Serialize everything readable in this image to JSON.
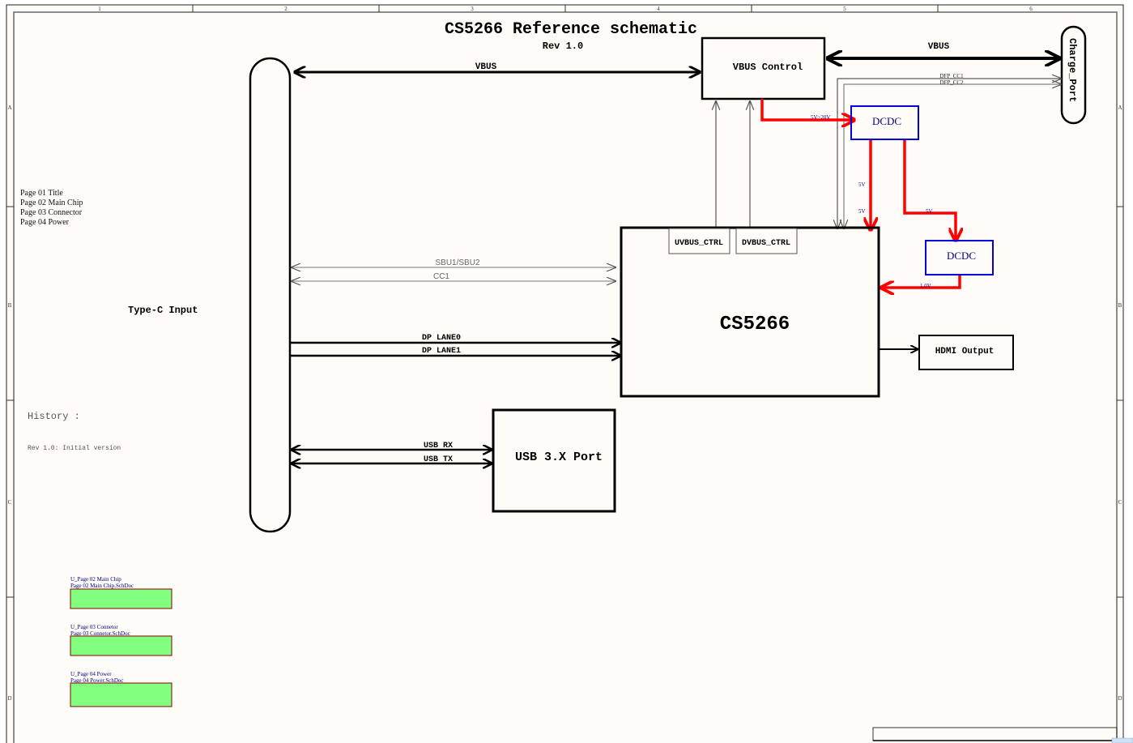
{
  "title": "CS5266 Reference schematic",
  "revision": "Rev 1.0",
  "border": {
    "columns": [
      "1",
      "2",
      "3",
      "4",
      "5",
      "6"
    ],
    "rows": [
      "A",
      "B",
      "C",
      "D"
    ]
  },
  "page_index": [
    "Page 01 Title",
    "Page 02 Main Chip",
    "Page 03 Connector",
    "Page 04 Power"
  ],
  "type_c_input": "Type-C Input",
  "charge_port": "Charge_Port",
  "vbus_control": "VBUS Control",
  "main_chip": "CS5266",
  "hdmi_output": "HDMI Output",
  "usb_port": "USB 3.X Port",
  "dcdc1": "DCDC",
  "dcdc2": "DCDC",
  "ports": {
    "uvbus": "UVBUS_CTRL",
    "dvbus": "DVBUS_CTRL"
  },
  "nets": {
    "vbus_left": "VBUS",
    "vbus_right": "VBUS",
    "dfp_cc1": "DFP_CC1",
    "dfp_cc2": "DFP_CC2",
    "sbu": "SBU1/SBU2",
    "cc1": "CC1",
    "dp_lane0": "DP LANE0",
    "dp_lane1": "DP LANE1",
    "usb_rx": "USB RX",
    "usb_tx": "USB TX"
  },
  "power_labels": {
    "in": "5V~20V",
    "dcdc1_a": "5V",
    "dcdc1_b": "5V",
    "dcdc1_c": "5V",
    "core": "1.0V"
  },
  "history": {
    "heading": "History :",
    "entries": [
      "Rev 1.0: Initial version"
    ]
  },
  "sheet_symbols": [
    {
      "designator": "U_Page 02 Main Chip",
      "file": "Page 02 Main Chip.SchDoc"
    },
    {
      "designator": "U_Page 03 Connetor",
      "file": "Page 03 Connetor.SchDoc"
    },
    {
      "designator": "U_Page 04 Power",
      "file": "Page 04 Power.SchDoc"
    }
  ],
  "colors": {
    "paper": "#fffcf7",
    "power": "#ff0000",
    "dcdc": "#0000dd",
    "sheet_fill": "#80ff80",
    "sheet_border": "#8b0000",
    "sheet_text": "#000080"
  }
}
